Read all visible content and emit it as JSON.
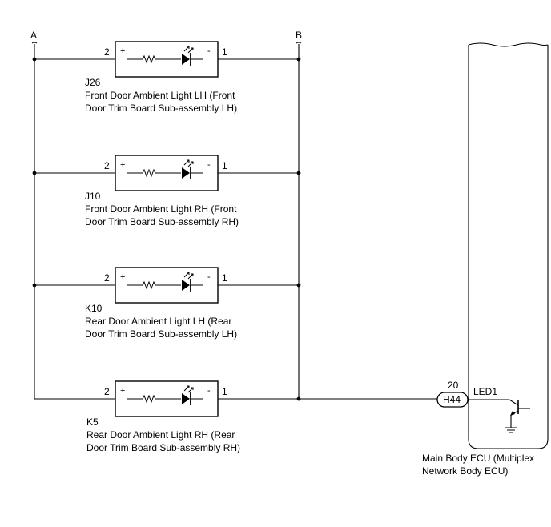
{
  "nodes": {
    "a": "A",
    "b": "B"
  },
  "lights": [
    {
      "pin_plus": "2",
      "pin_minus": "1",
      "sign_plus": "+",
      "sign_minus": "-",
      "code": "J26",
      "line1": "Front Door Ambient Light LH (Front",
      "line2": "Door Trim Board Sub-assembly LH)"
    },
    {
      "pin_plus": "2",
      "pin_minus": "1",
      "sign_plus": "+",
      "sign_minus": "-",
      "code": "J10",
      "line1": "Front Door Ambient Light RH (Front",
      "line2": "Door Trim Board Sub-assembly RH)"
    },
    {
      "pin_plus": "2",
      "pin_minus": "1",
      "sign_plus": "+",
      "sign_minus": "-",
      "code": "K10",
      "line1": "Rear Door Ambient Light LH (Rear",
      "line2": "Door Trim Board Sub-assembly LH)"
    },
    {
      "pin_plus": "2",
      "pin_minus": "1",
      "sign_plus": "+",
      "sign_minus": "-",
      "code": "K5",
      "line1": "Rear Door Ambient Light RH (Rear",
      "line2": "Door Trim Board Sub-assembly RH)"
    }
  ],
  "ecu": {
    "pin_number": "20",
    "connector": "H44",
    "terminal": "LED1",
    "line1": "Main Body ECU (Multiplex",
    "line2": "Network Body ECU)"
  },
  "icons": [
    "resistor-icon",
    "led-icon",
    "transistor-icon",
    "ground-icon",
    "splice-dot-icon"
  ]
}
